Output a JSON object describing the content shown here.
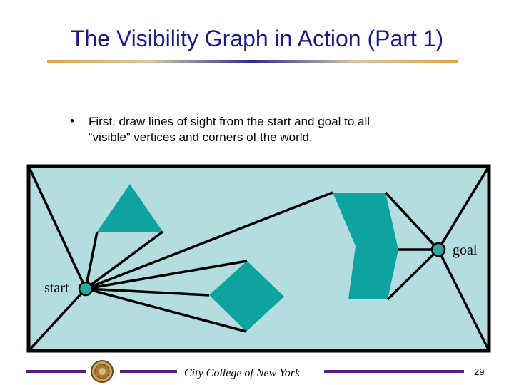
{
  "slide": {
    "title": "The Visibility Graph in Action (Part 1)",
    "bullet_marker": "•",
    "bullet_text_line1": "First, draw lines of sight from the start and goal to all",
    "bullet_text_line2": "“visible” vertices and corners of the world.",
    "colors": {
      "title": "#1a1a8c",
      "world_background": "#b4dde0",
      "obstacle": "#0fa3a0",
      "node": "#2aa89e",
      "footer_line": "#5a1a8c"
    }
  },
  "diagram": {
    "start_label": "start",
    "goal_label": "goal"
  },
  "footer": {
    "institution": "City College of New York",
    "page_number": "29"
  }
}
